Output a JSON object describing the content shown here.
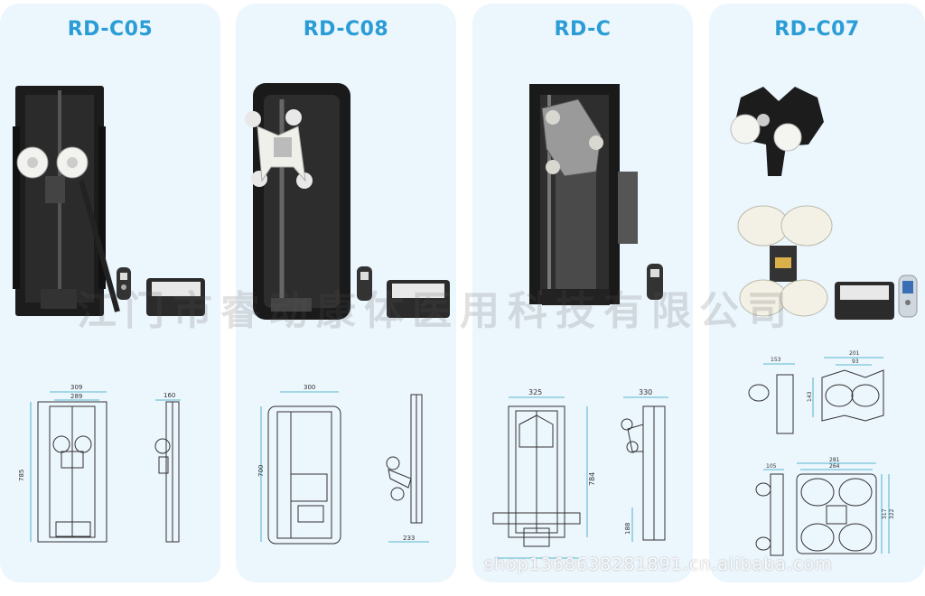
{
  "products": [
    {
      "model": "RD-C05"
    },
    {
      "model": "RD-C08"
    },
    {
      "model": "RD-C"
    },
    {
      "model": "RD-C07"
    }
  ],
  "dimensions": {
    "c05_front_outer": "309",
    "c05_front_inner": "289",
    "c05_height": "785",
    "c05_side": "160",
    "c08_width": "300",
    "c08_height": "700",
    "c08_depth": "233",
    "c_width": "325",
    "c_height": "784",
    "c_side": "330",
    "c_sub": "188",
    "c07_top_side": "153",
    "c07_top_w1": "201",
    "c07_top_w2": "93",
    "c07_top_h": "143",
    "c07_bot_side": "105",
    "c07_bot_w1": "281",
    "c07_bot_w2": "264",
    "c07_bot_h1": "322",
    "c07_bot_h2": "317"
  },
  "watermark": "江门市睿动康体医用科技有限公司",
  "shop_url": "shop1368638281891.cn.alibaba.com",
  "colors": {
    "title": "#2a9dd6",
    "card": "#ecf6fd",
    "drawing": "#2aa3c0"
  },
  "icons": [
    "handheld-remote-icon",
    "control-box-icon"
  ]
}
